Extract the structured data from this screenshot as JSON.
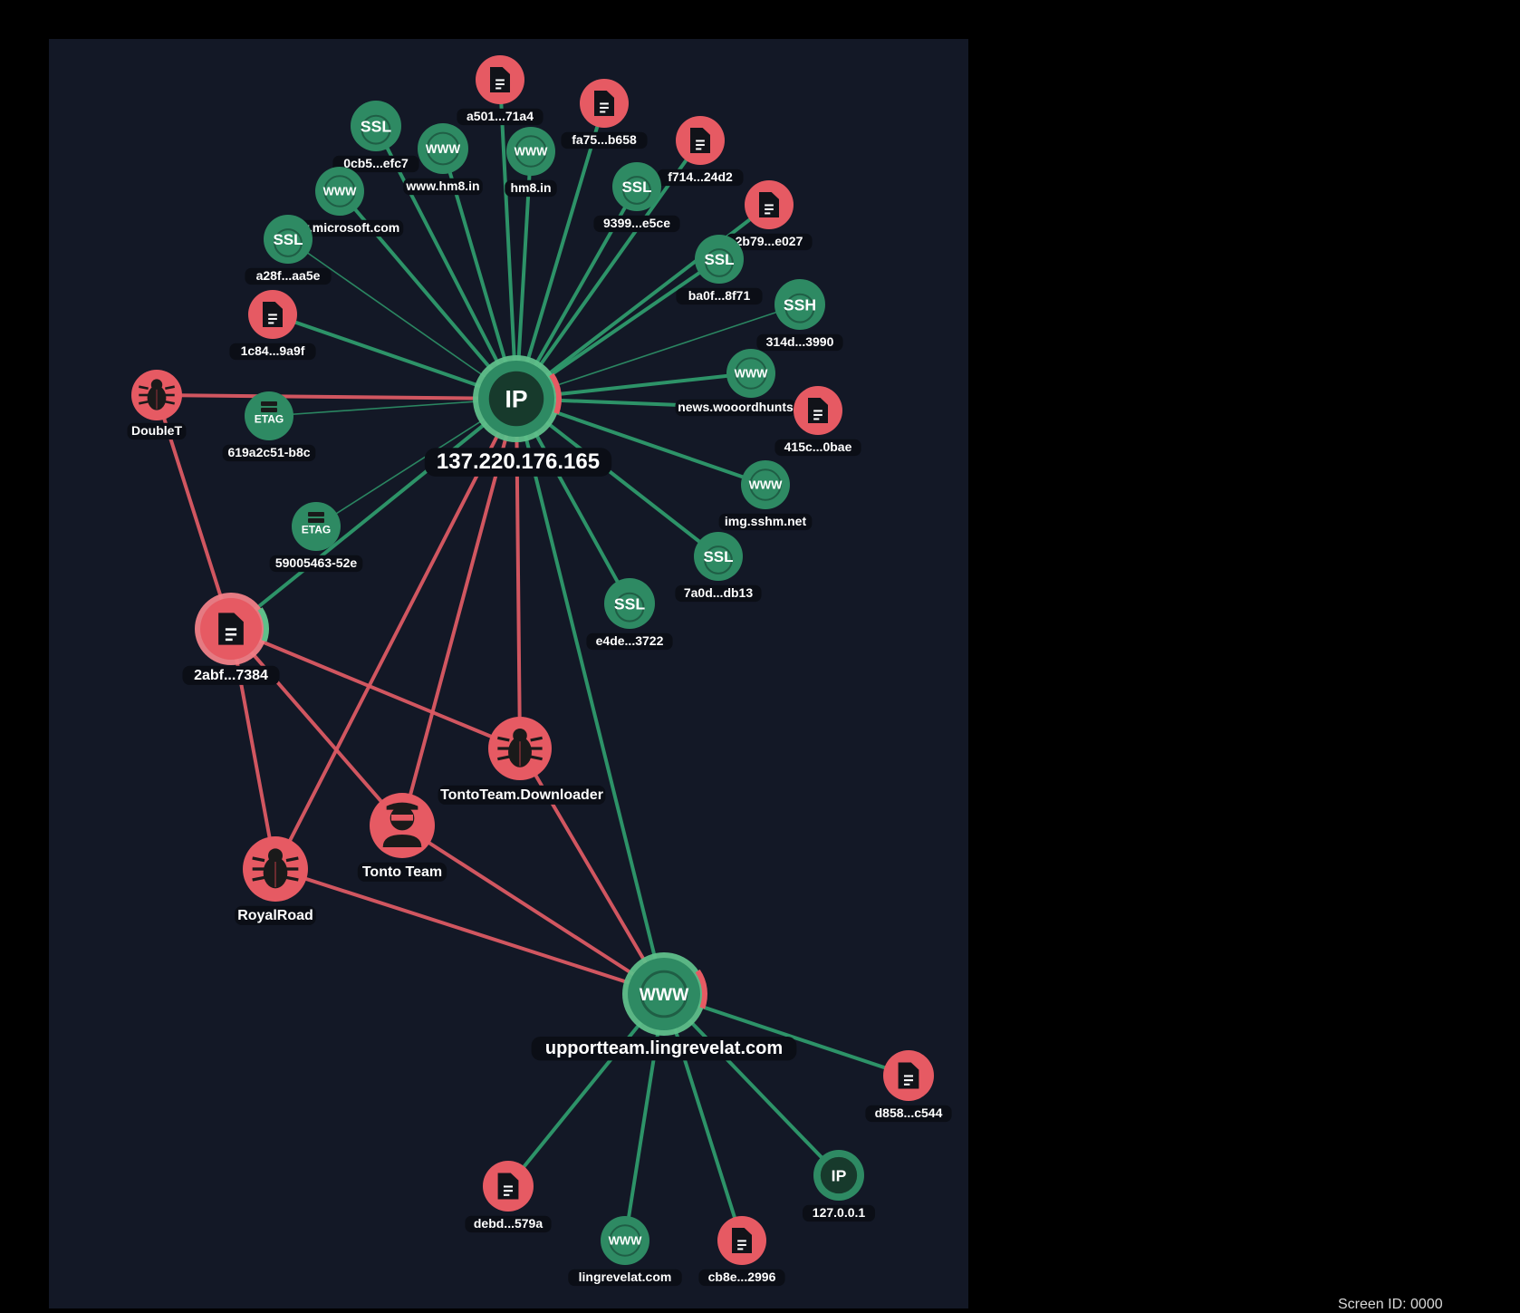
{
  "colors": {
    "background": "#000000",
    "panel": "#131826",
    "green_node": "#2e8a63",
    "green_edge": "#2f9a6c",
    "red_node": "#e65a63",
    "red_edge": "#dc5a64",
    "label_bg": "#0b0e16",
    "label_text": "#ffffff"
  },
  "graph": {
    "center_nodes": [
      {
        "id": "ip_center",
        "type": "ip",
        "label": "137.220.176.165",
        "icon": "ip-icon"
      },
      {
        "id": "domain_center",
        "type": "domain",
        "label": "upportteam.lingrevelat.com",
        "icon": "www-icon"
      }
    ],
    "nodes": [
      {
        "id": "a501",
        "type": "file",
        "label": "a501...71a4",
        "icon": "file-icon"
      },
      {
        "id": "fa75",
        "type": "file",
        "label": "fa75...b658",
        "icon": "file-icon"
      },
      {
        "id": "f714",
        "type": "file",
        "label": "f714...24d2",
        "icon": "file-icon"
      },
      {
        "id": "2b79",
        "type": "file",
        "label": "2b79...e027",
        "icon": "file-icon"
      },
      {
        "id": "0cb5",
        "type": "ssl",
        "label": "0cb5...efc7",
        "icon": "ssl-icon"
      },
      {
        "id": "wwwhm8",
        "type": "www",
        "label": "www.hm8.in",
        "icon": "www-icon"
      },
      {
        "id": "hm8",
        "type": "www",
        "label": "hm8.in",
        "icon": "www-icon"
      },
      {
        "id": "9399",
        "type": "ssl",
        "label": "9399...e5ce",
        "icon": "ssl-icon"
      },
      {
        "id": "msft",
        "type": "www",
        "label": "www.microsoft.com",
        "icon": "www-icon"
      },
      {
        "id": "a28f",
        "type": "ssl",
        "label": "a28f...aa5e",
        "icon": "ssl-icon"
      },
      {
        "id": "ba0f",
        "type": "ssl",
        "label": "ba0f...8f71",
        "icon": "ssl-icon"
      },
      {
        "id": "314d",
        "type": "ssh",
        "label": "314d...3990",
        "icon": "ssh-icon"
      },
      {
        "id": "1c84",
        "type": "file",
        "label": "1c84...9a9f",
        "icon": "file-icon"
      },
      {
        "id": "news",
        "type": "www",
        "label": "news.wooordhunts",
        "icon": "www-icon"
      },
      {
        "id": "415c",
        "type": "file",
        "label": "415c...0bae",
        "icon": "file-icon"
      },
      {
        "id": "doublet",
        "type": "malware",
        "label": "DoubleT",
        "icon": "bug-icon"
      },
      {
        "id": "619a",
        "type": "etag",
        "label": "619a2c51-b8c",
        "icon": "etag-icon"
      },
      {
        "id": "imgsshm",
        "type": "www",
        "label": "img.sshm.net",
        "icon": "www-icon"
      },
      {
        "id": "5900",
        "type": "etag",
        "label": "59005463-52e",
        "icon": "etag-icon"
      },
      {
        "id": "7a0d",
        "type": "ssl",
        "label": "7a0d...db13",
        "icon": "ssl-icon"
      },
      {
        "id": "e4de",
        "type": "ssl",
        "label": "e4de...3722",
        "icon": "ssl-icon"
      },
      {
        "id": "2abf",
        "type": "file",
        "label": "2abf...7384",
        "icon": "file-icon"
      },
      {
        "id": "tontodl",
        "type": "malware",
        "label": "TontoTeam.Downloader",
        "icon": "bug-icon"
      },
      {
        "id": "tonto",
        "type": "actor",
        "label": "Tonto Team",
        "icon": "actor-icon"
      },
      {
        "id": "royal",
        "type": "malware",
        "label": "RoyalRoad",
        "icon": "bug-icon"
      },
      {
        "id": "d858",
        "type": "file",
        "label": "d858...c544",
        "icon": "file-icon"
      },
      {
        "id": "127",
        "type": "ip",
        "label": "127.0.0.1",
        "icon": "ip-icon"
      },
      {
        "id": "debd",
        "type": "file",
        "label": "debd...579a",
        "icon": "file-icon"
      },
      {
        "id": "lingrevelat",
        "type": "www",
        "label": "lingrevelat.com",
        "icon": "www-icon"
      },
      {
        "id": "cb8e",
        "type": "file",
        "label": "cb8e...2996",
        "icon": "file-icon"
      }
    ],
    "edges": [
      {
        "from": "ip_center",
        "to": "a501",
        "kind": "green"
      },
      {
        "from": "ip_center",
        "to": "fa75",
        "kind": "green"
      },
      {
        "from": "ip_center",
        "to": "f714",
        "kind": "green"
      },
      {
        "from": "ip_center",
        "to": "2b79",
        "kind": "green"
      },
      {
        "from": "ip_center",
        "to": "0cb5",
        "kind": "green"
      },
      {
        "from": "ip_center",
        "to": "wwwhm8",
        "kind": "green"
      },
      {
        "from": "ip_center",
        "to": "hm8",
        "kind": "green"
      },
      {
        "from": "ip_center",
        "to": "9399",
        "kind": "green"
      },
      {
        "from": "ip_center",
        "to": "msft",
        "kind": "green"
      },
      {
        "from": "ip_center",
        "to": "a28f",
        "kind": "thin"
      },
      {
        "from": "ip_center",
        "to": "ba0f",
        "kind": "green"
      },
      {
        "from": "ip_center",
        "to": "314d",
        "kind": "thin"
      },
      {
        "from": "ip_center",
        "to": "1c84",
        "kind": "green"
      },
      {
        "from": "ip_center",
        "to": "news",
        "kind": "green"
      },
      {
        "from": "ip_center",
        "to": "415c",
        "kind": "green"
      },
      {
        "from": "ip_center",
        "to": "doublet",
        "kind": "red"
      },
      {
        "from": "ip_center",
        "to": "619a",
        "kind": "thin"
      },
      {
        "from": "ip_center",
        "to": "imgsshm",
        "kind": "green"
      },
      {
        "from": "ip_center",
        "to": "5900",
        "kind": "thin"
      },
      {
        "from": "ip_center",
        "to": "7a0d",
        "kind": "green"
      },
      {
        "from": "ip_center",
        "to": "e4de",
        "kind": "green"
      },
      {
        "from": "ip_center",
        "to": "2abf",
        "kind": "green"
      },
      {
        "from": "ip_center",
        "to": "tontodl",
        "kind": "red"
      },
      {
        "from": "ip_center",
        "to": "tonto",
        "kind": "red"
      },
      {
        "from": "ip_center",
        "to": "royal",
        "kind": "red"
      },
      {
        "from": "ip_center",
        "to": "domain_center",
        "kind": "green"
      },
      {
        "from": "doublet",
        "to": "2abf",
        "kind": "red"
      },
      {
        "from": "2abf",
        "to": "tontodl",
        "kind": "red"
      },
      {
        "from": "2abf",
        "to": "tonto",
        "kind": "red"
      },
      {
        "from": "2abf",
        "to": "royal",
        "kind": "red"
      },
      {
        "from": "tontodl",
        "to": "domain_center",
        "kind": "red"
      },
      {
        "from": "tonto",
        "to": "domain_center",
        "kind": "red"
      },
      {
        "from": "royal",
        "to": "domain_center",
        "kind": "red"
      },
      {
        "from": "domain_center",
        "to": "d858",
        "kind": "green"
      },
      {
        "from": "domain_center",
        "to": "127",
        "kind": "green"
      },
      {
        "from": "domain_center",
        "to": "debd",
        "kind": "green"
      },
      {
        "from": "domain_center",
        "to": "lingrevelat",
        "kind": "green"
      },
      {
        "from": "domain_center",
        "to": "cb8e",
        "kind": "green"
      }
    ]
  },
  "watermark": "Screen ID: 0000"
}
